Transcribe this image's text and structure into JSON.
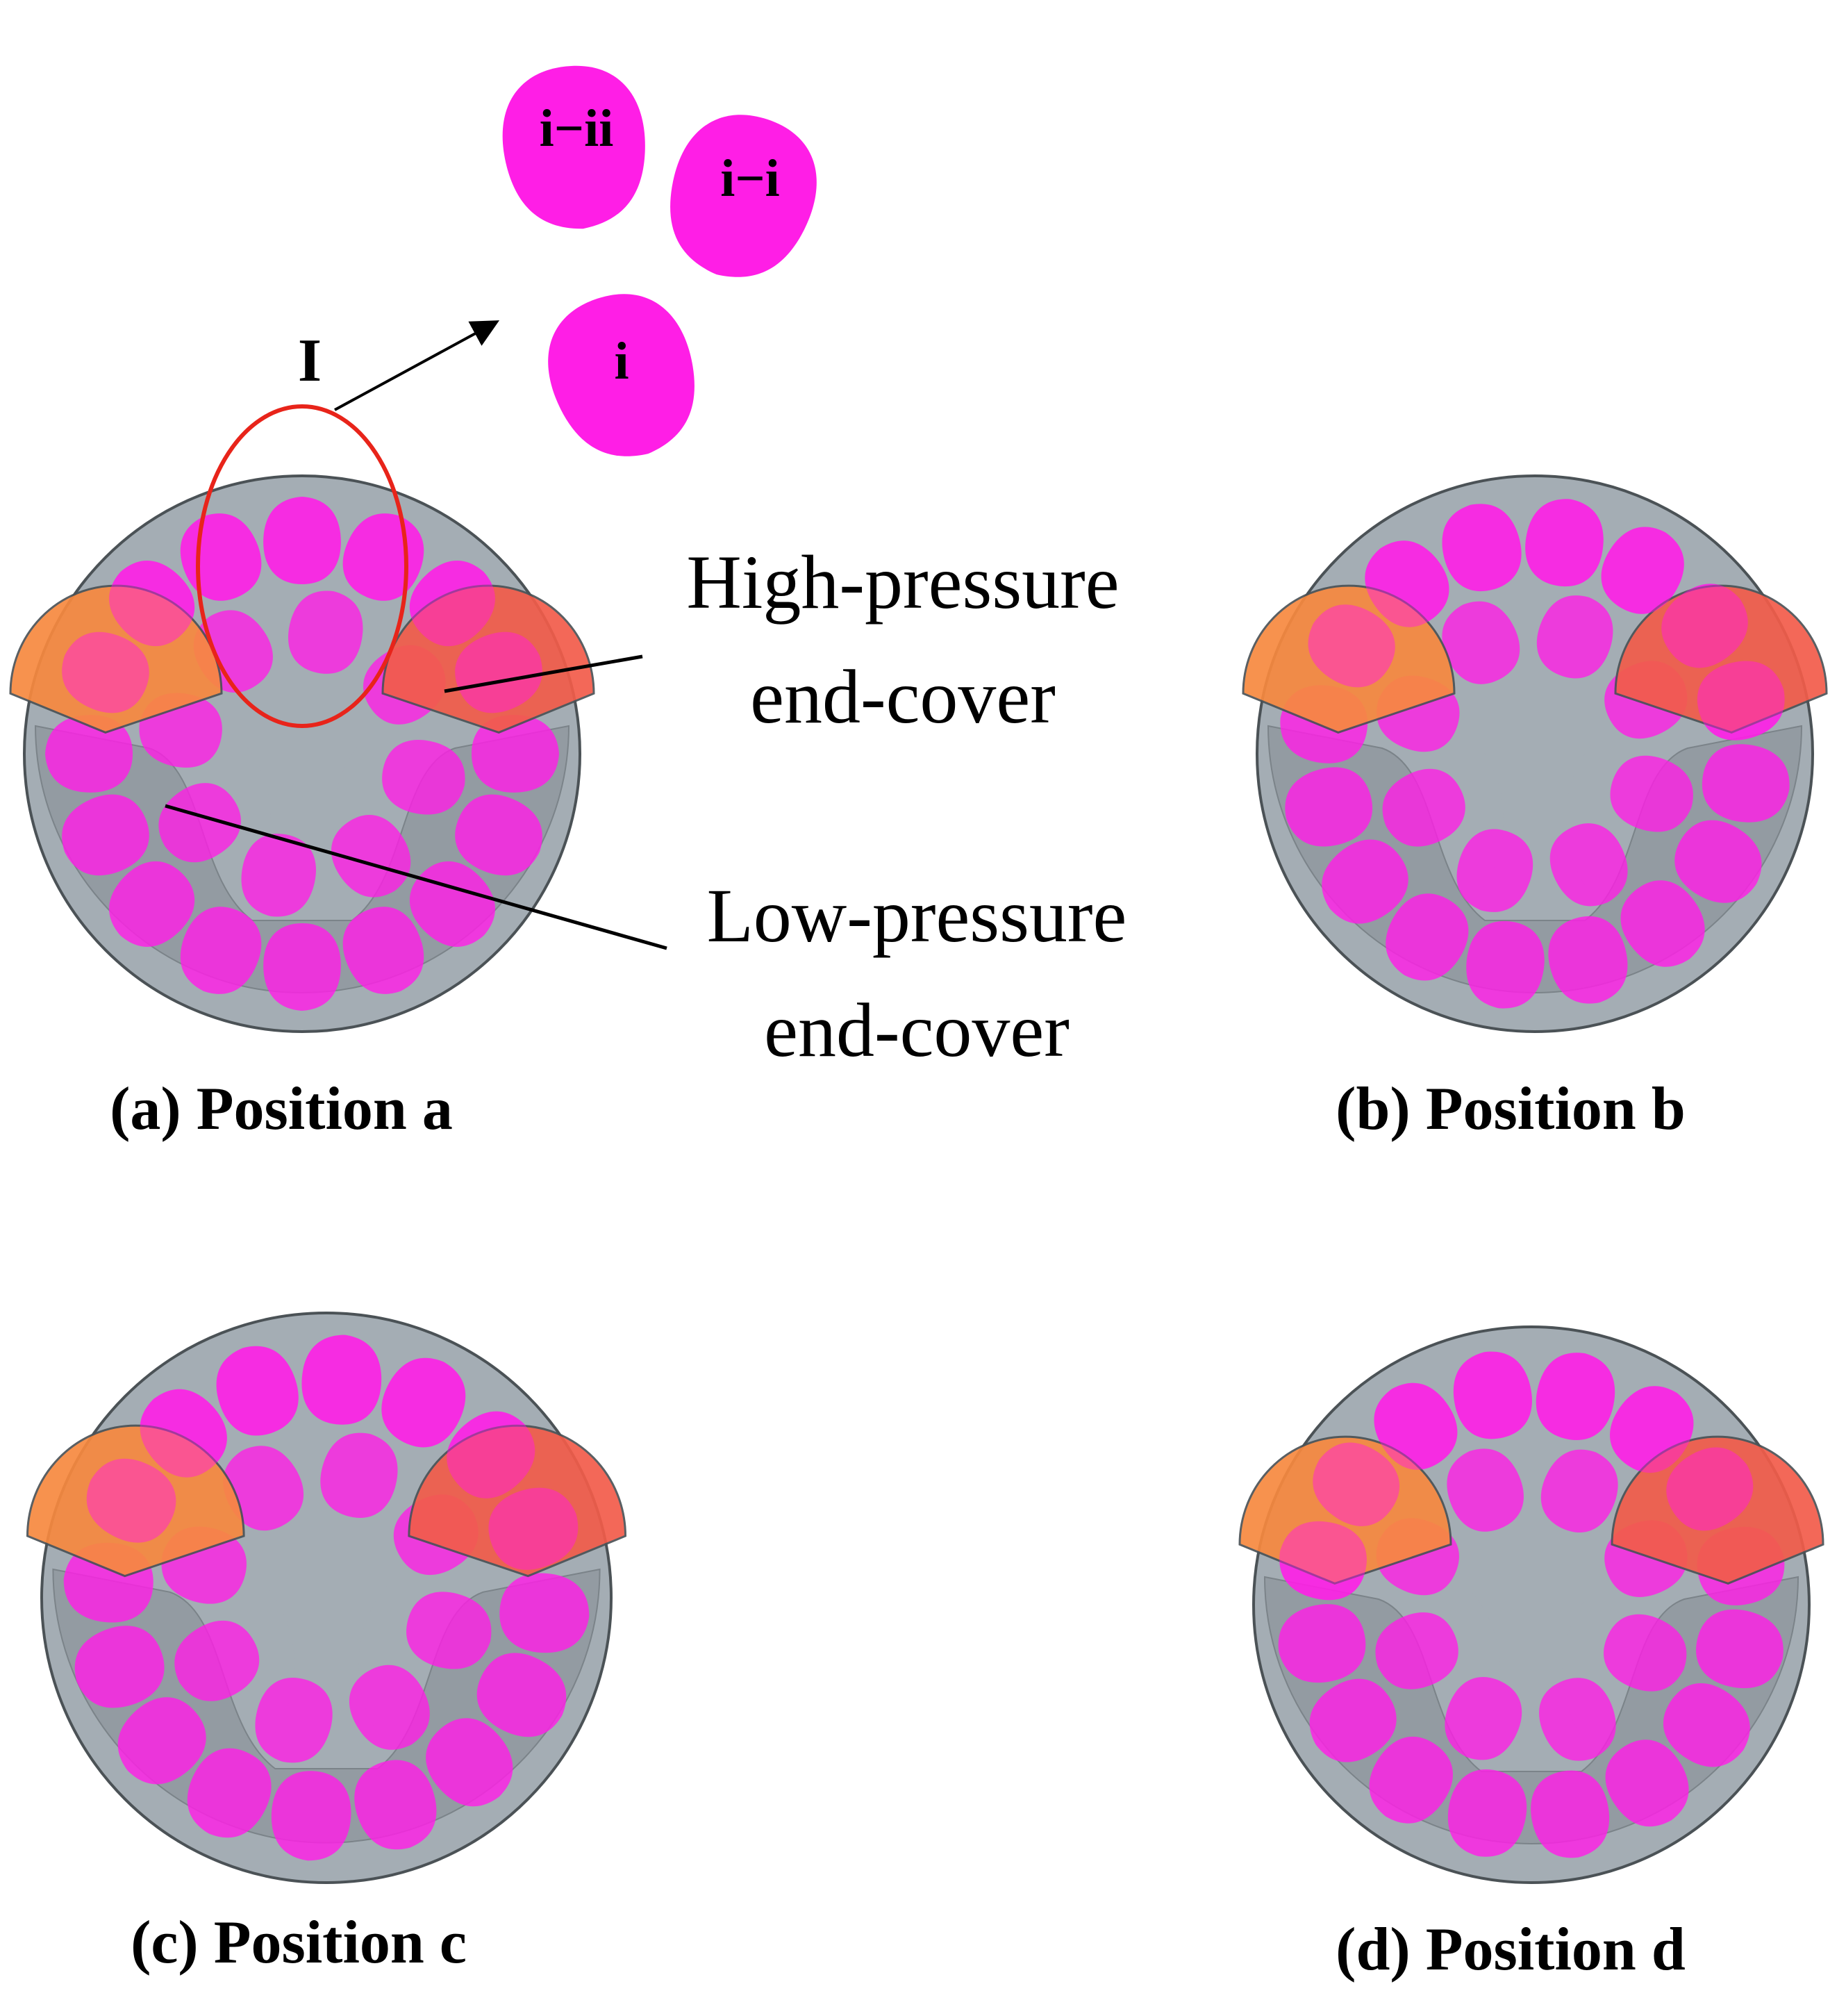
{
  "colors": {
    "rotor_face": "#a4adb4",
    "rotor_edge": "#4b5256",
    "port_interior": "#7f878d",
    "channel": "#ff1ee6",
    "high_pressure_cover": "#f25c4a",
    "low_pressure_cover": "#f7893f",
    "highlight_ellipse": "#e8241a"
  },
  "zoom": {
    "label": "I",
    "items": [
      {
        "label": "i−ii"
      },
      {
        "label": "i−i"
      },
      {
        "label": "i"
      }
    ]
  },
  "annotations": {
    "high_line1": "High-pressure",
    "high_line2": "end-cover",
    "low_line1": "Low-pressure",
    "low_line2": "end-cover"
  },
  "panels": [
    {
      "caption": "(a) Position a"
    },
    {
      "caption": "(b) Position b"
    },
    {
      "caption": "(c) Position c"
    },
    {
      "caption": "(d) Position d"
    }
  ]
}
